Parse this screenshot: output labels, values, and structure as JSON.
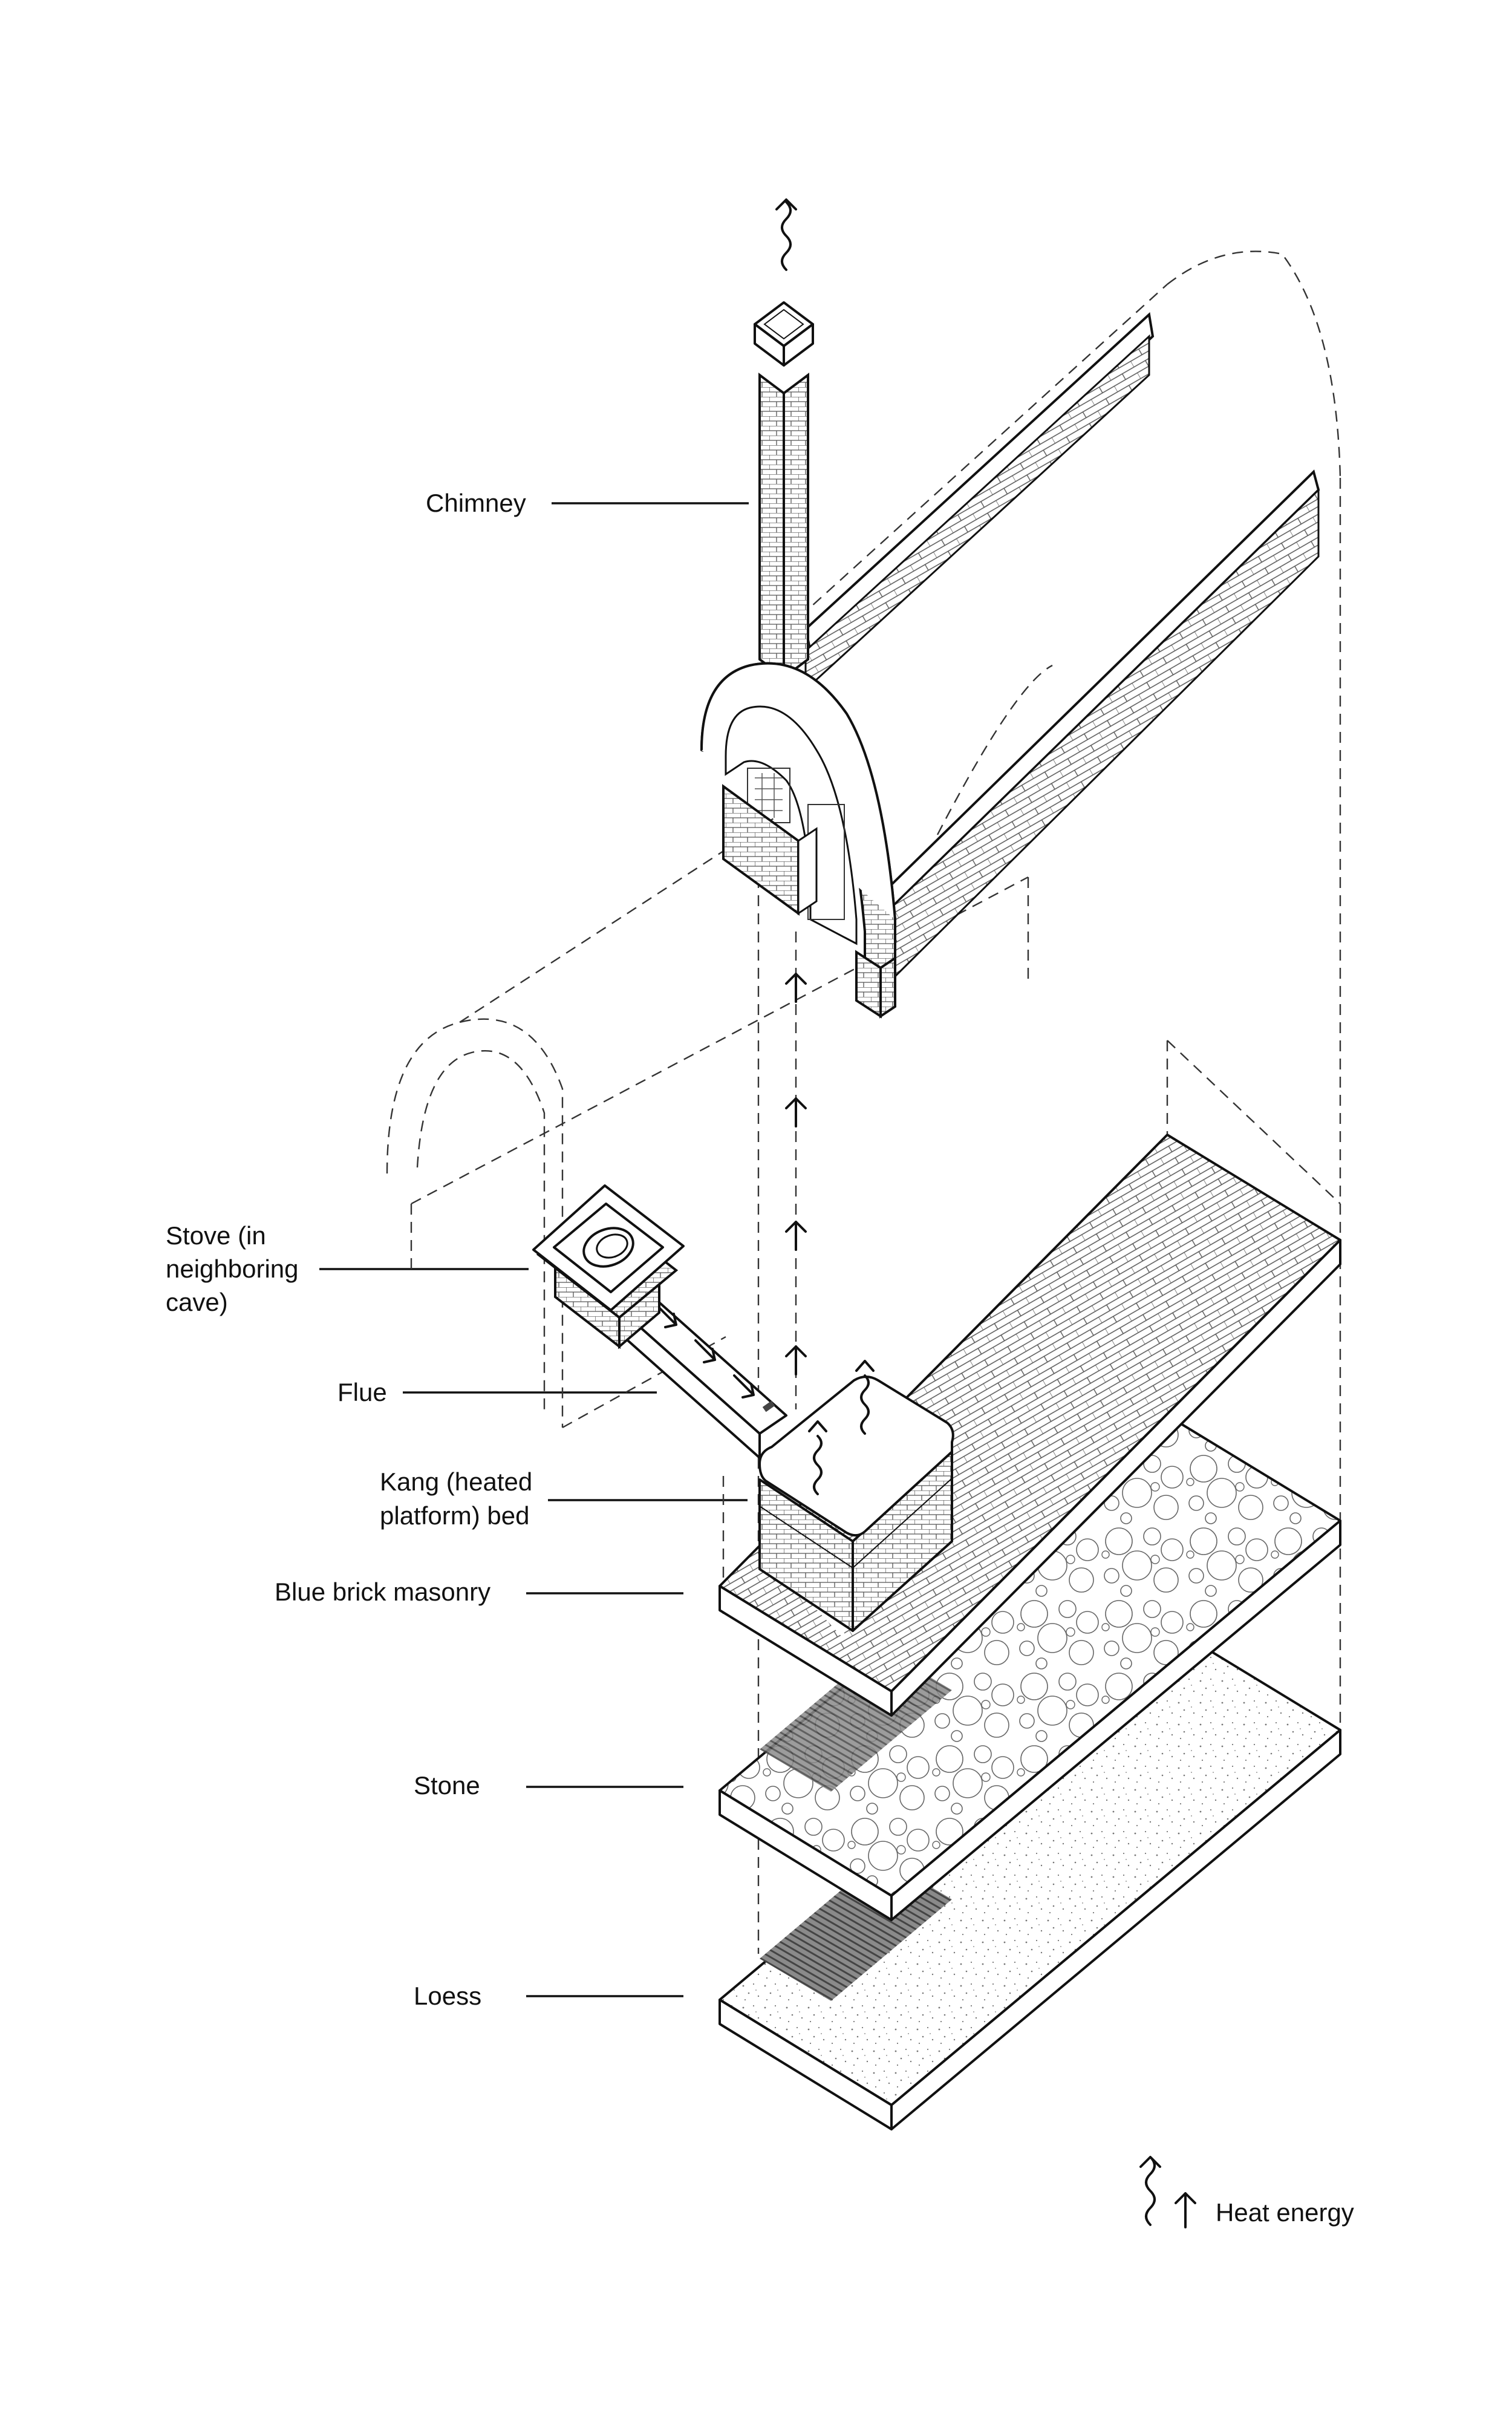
{
  "labels": {
    "chimney": "Chimney",
    "stove_line1": "Stove (in",
    "stove_line2": "neighboring",
    "stove_line3": "cave)",
    "flue": "Flue",
    "kang_line1": "Kang (heated",
    "kang_line2": "platform) bed",
    "blue_brick": "Blue brick masonry",
    "stone": "Stone",
    "loess": "Loess"
  },
  "legend": {
    "heat_energy": "Heat energy"
  },
  "colors": {
    "ink": "#111111",
    "background": "#ffffff",
    "hatch_dark": "#555555"
  },
  "icons": {
    "heat_wave": "wavy-arrow-icon",
    "heat_flow": "up-arrow-icon"
  }
}
